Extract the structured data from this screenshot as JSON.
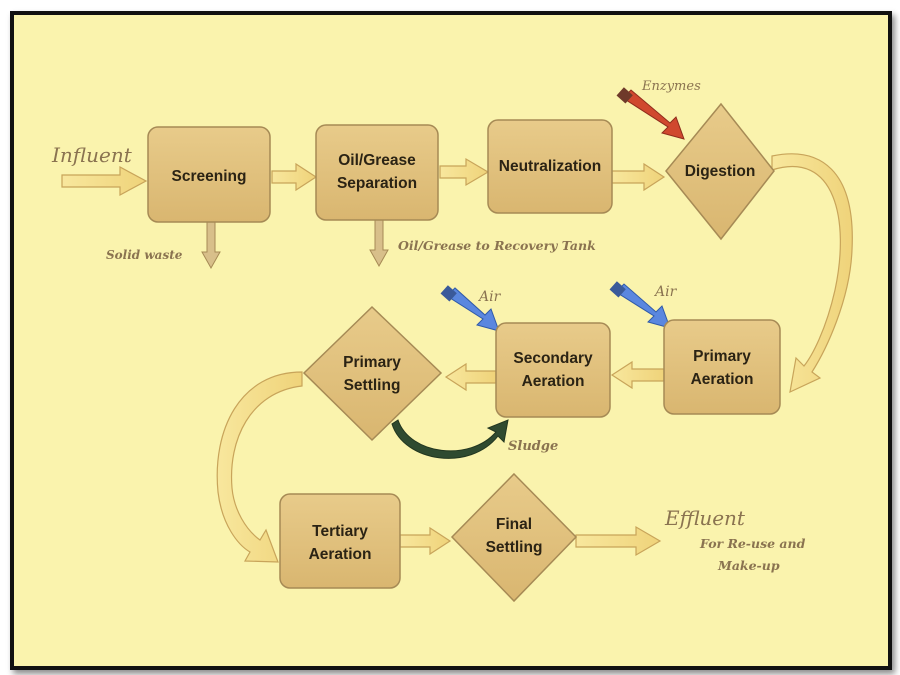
{
  "colors": {
    "background": "#faf3ad",
    "node_fill": "#e2c27e",
    "node_stroke": "#a68a55",
    "arrow_fill": "#f6de84",
    "arrow_stroke": "#c8a45a",
    "enzyme_arrow": "#d0482e",
    "air_arrow": "#5a87df",
    "sludge_arrow": "#2f4a30",
    "label_text": "#8a7350"
  },
  "nodes": {
    "screening": "Screening",
    "oil_grease_separation": [
      "Oil/Grease",
      "Separation"
    ],
    "neutralization": "Neutralization",
    "digestion": "Digestion",
    "primary_aeration": [
      "Primary",
      "Aeration"
    ],
    "secondary_aeration": [
      "Secondary",
      "Aeration"
    ],
    "primary_settling": [
      "Primary",
      "Settling"
    ],
    "tertiary_aeration": [
      "Tertiary",
      "Aeration"
    ],
    "final_settling": [
      "Final",
      "Settling"
    ]
  },
  "labels": {
    "influent": "Influent",
    "solid_waste": "Solid waste",
    "oil_grease_to_recovery": "Oil/Grease to Recovery Tank",
    "enzymes": "Enzymes",
    "air_secondary": "Air",
    "air_primary": "Air",
    "sludge": "Sludge",
    "effluent": "Effluent",
    "effluent_note": [
      "For Re-use and",
      "Make-up"
    ]
  },
  "icons": {
    "enzymes_input": "red-arrow-icon",
    "air_input": "blue-arrow-icon",
    "sludge_return": "curved-green-arrow-icon"
  }
}
